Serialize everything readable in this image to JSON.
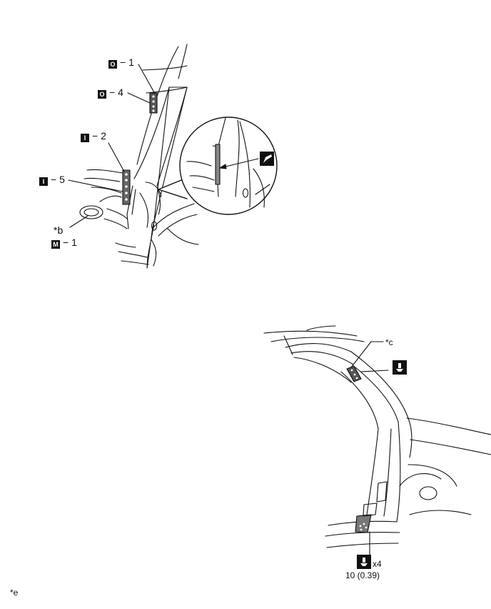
{
  "top_figure": {
    "callout_o1": {
      "symbol": "O",
      "text": "− 1"
    },
    "callout_o4": {
      "symbol": "O",
      "text": "− 4"
    },
    "callout_i2": {
      "symbol": "I",
      "text": "− 2"
    },
    "callout_i5": {
      "symbol": "I",
      "text": "− 5"
    },
    "callout_b": "*b",
    "callout_m1": {
      "symbol": "M",
      "text": "− 1"
    },
    "brush_icon": "brush-icon"
  },
  "bottom_figure": {
    "callout_c": "*c",
    "sealer_icon": "sealer-icon",
    "count": "x4",
    "dimension": "10 (0.39)"
  },
  "footnote": "*e"
}
